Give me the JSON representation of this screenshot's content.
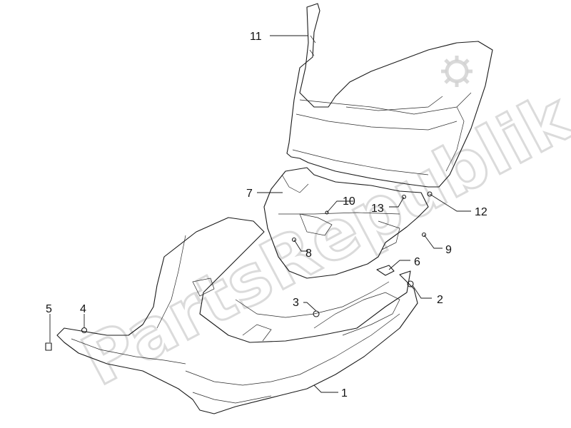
{
  "watermark": {
    "text": "PartsRepublik"
  },
  "colors": {
    "line": "#1a1a1a",
    "watermark": "#cfcfcf",
    "background": "#ffffff"
  },
  "callouts": {
    "c1": "1",
    "c2": "2",
    "c3": "3",
    "c4": "4",
    "c5": "5",
    "c6": "6",
    "c7": "7",
    "c8": "8",
    "c9": "9",
    "c10": "10",
    "c11": "11",
    "c12": "12",
    "c13": "13"
  }
}
